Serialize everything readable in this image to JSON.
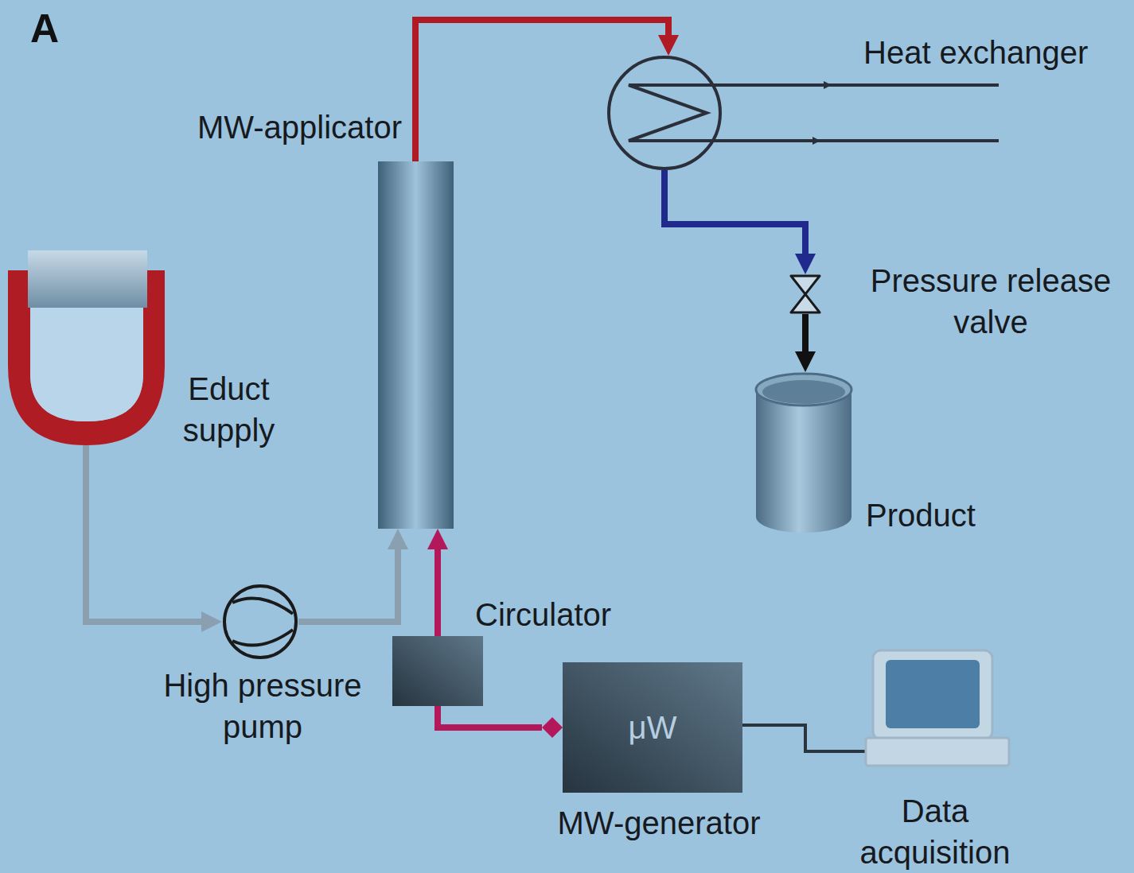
{
  "diagram": {
    "nodes": [
      {
        "text": [
          "Educt supply"
        ]
      },
      {
        "text": [
          "High pressure pump"
        ]
      },
      {
        "text": [
          "MW-applicator"
        ]
      },
      {
        "text": [
          "Heat exchanger"
        ]
      },
      {
        "text": [
          "Pressure release valve"
        ]
      },
      {
        "text": [
          "Product"
        ]
      },
      {
        "text": [
          "Circulator"
        ]
      },
      {
        "text": [
          "μW",
          "MW-generator"
        ]
      },
      {
        "text": [
          "Data acquisition"
        ]
      }
    ],
    "edges": [
      {
        "from": 0,
        "to": 1,
        "arrow": "to"
      },
      {
        "from": 1,
        "to": 2,
        "arrow": "to"
      },
      {
        "from": 2,
        "to": 3,
        "arrow": "to"
      },
      {
        "from": 3,
        "to": 4,
        "arrow": "to"
      },
      {
        "from": 4,
        "to": 5,
        "arrow": "to"
      },
      {
        "from": 6,
        "to": 2,
        "arrow": "to"
      },
      {
        "from": 6,
        "to": 7,
        "arrow": "to"
      },
      {
        "from": 7,
        "to": 8,
        "arrow": "none"
      }
    ],
    "labels": [
      "A"
    ]
  }
}
